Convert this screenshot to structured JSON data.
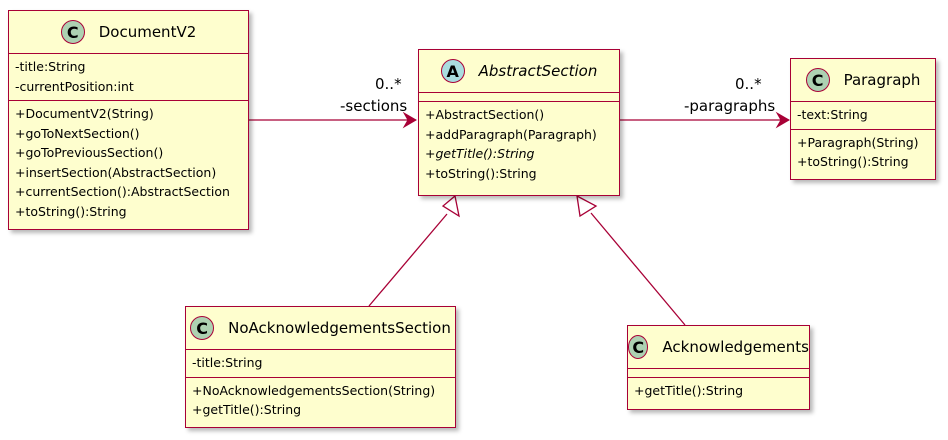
{
  "classes": {
    "documentv2": {
      "name": "DocumentV2",
      "stereotype": "C",
      "fields": [
        "-title:String",
        "-currentPosition:int"
      ],
      "methods": [
        "+DocumentV2(String)",
        "+goToNextSection()",
        "+goToPreviousSection()",
        "+insertSection(AbstractSection)",
        "+currentSection():AbstractSection",
        "+toString():String"
      ]
    },
    "abstractsection": {
      "name": "AbstractSection",
      "stereotype": "A",
      "fields": [],
      "methods": [
        "+AbstractSection()",
        "+addParagraph(Paragraph)",
        "+getTitle():String",
        "+toString():String"
      ]
    },
    "paragraph": {
      "name": "Paragraph",
      "stereotype": "C",
      "fields": [
        "-text:String"
      ],
      "methods": [
        "+Paragraph(String)",
        "+toString():String"
      ]
    },
    "noack": {
      "name": "NoAcknowledgementsSection",
      "stereotype": "C",
      "fields": [
        "-title:String"
      ],
      "methods": [
        "+NoAcknowledgementsSection(String)",
        "+getTitle():String"
      ]
    },
    "ack": {
      "name": "Acknowledgements",
      "stereotype": "C",
      "fields": [],
      "methods": [
        "+getTitle():String"
      ]
    }
  },
  "relations": {
    "sections": {
      "multiplicity": "0..*",
      "role": "-sections"
    },
    "paragraphs": {
      "multiplicity": "0..*",
      "role": "-paragraphs"
    }
  },
  "colors": {
    "border": "#a80036",
    "fill": "#fefece",
    "class_icon": "#add1b2",
    "abstract_icon": "#a9dcdf"
  }
}
